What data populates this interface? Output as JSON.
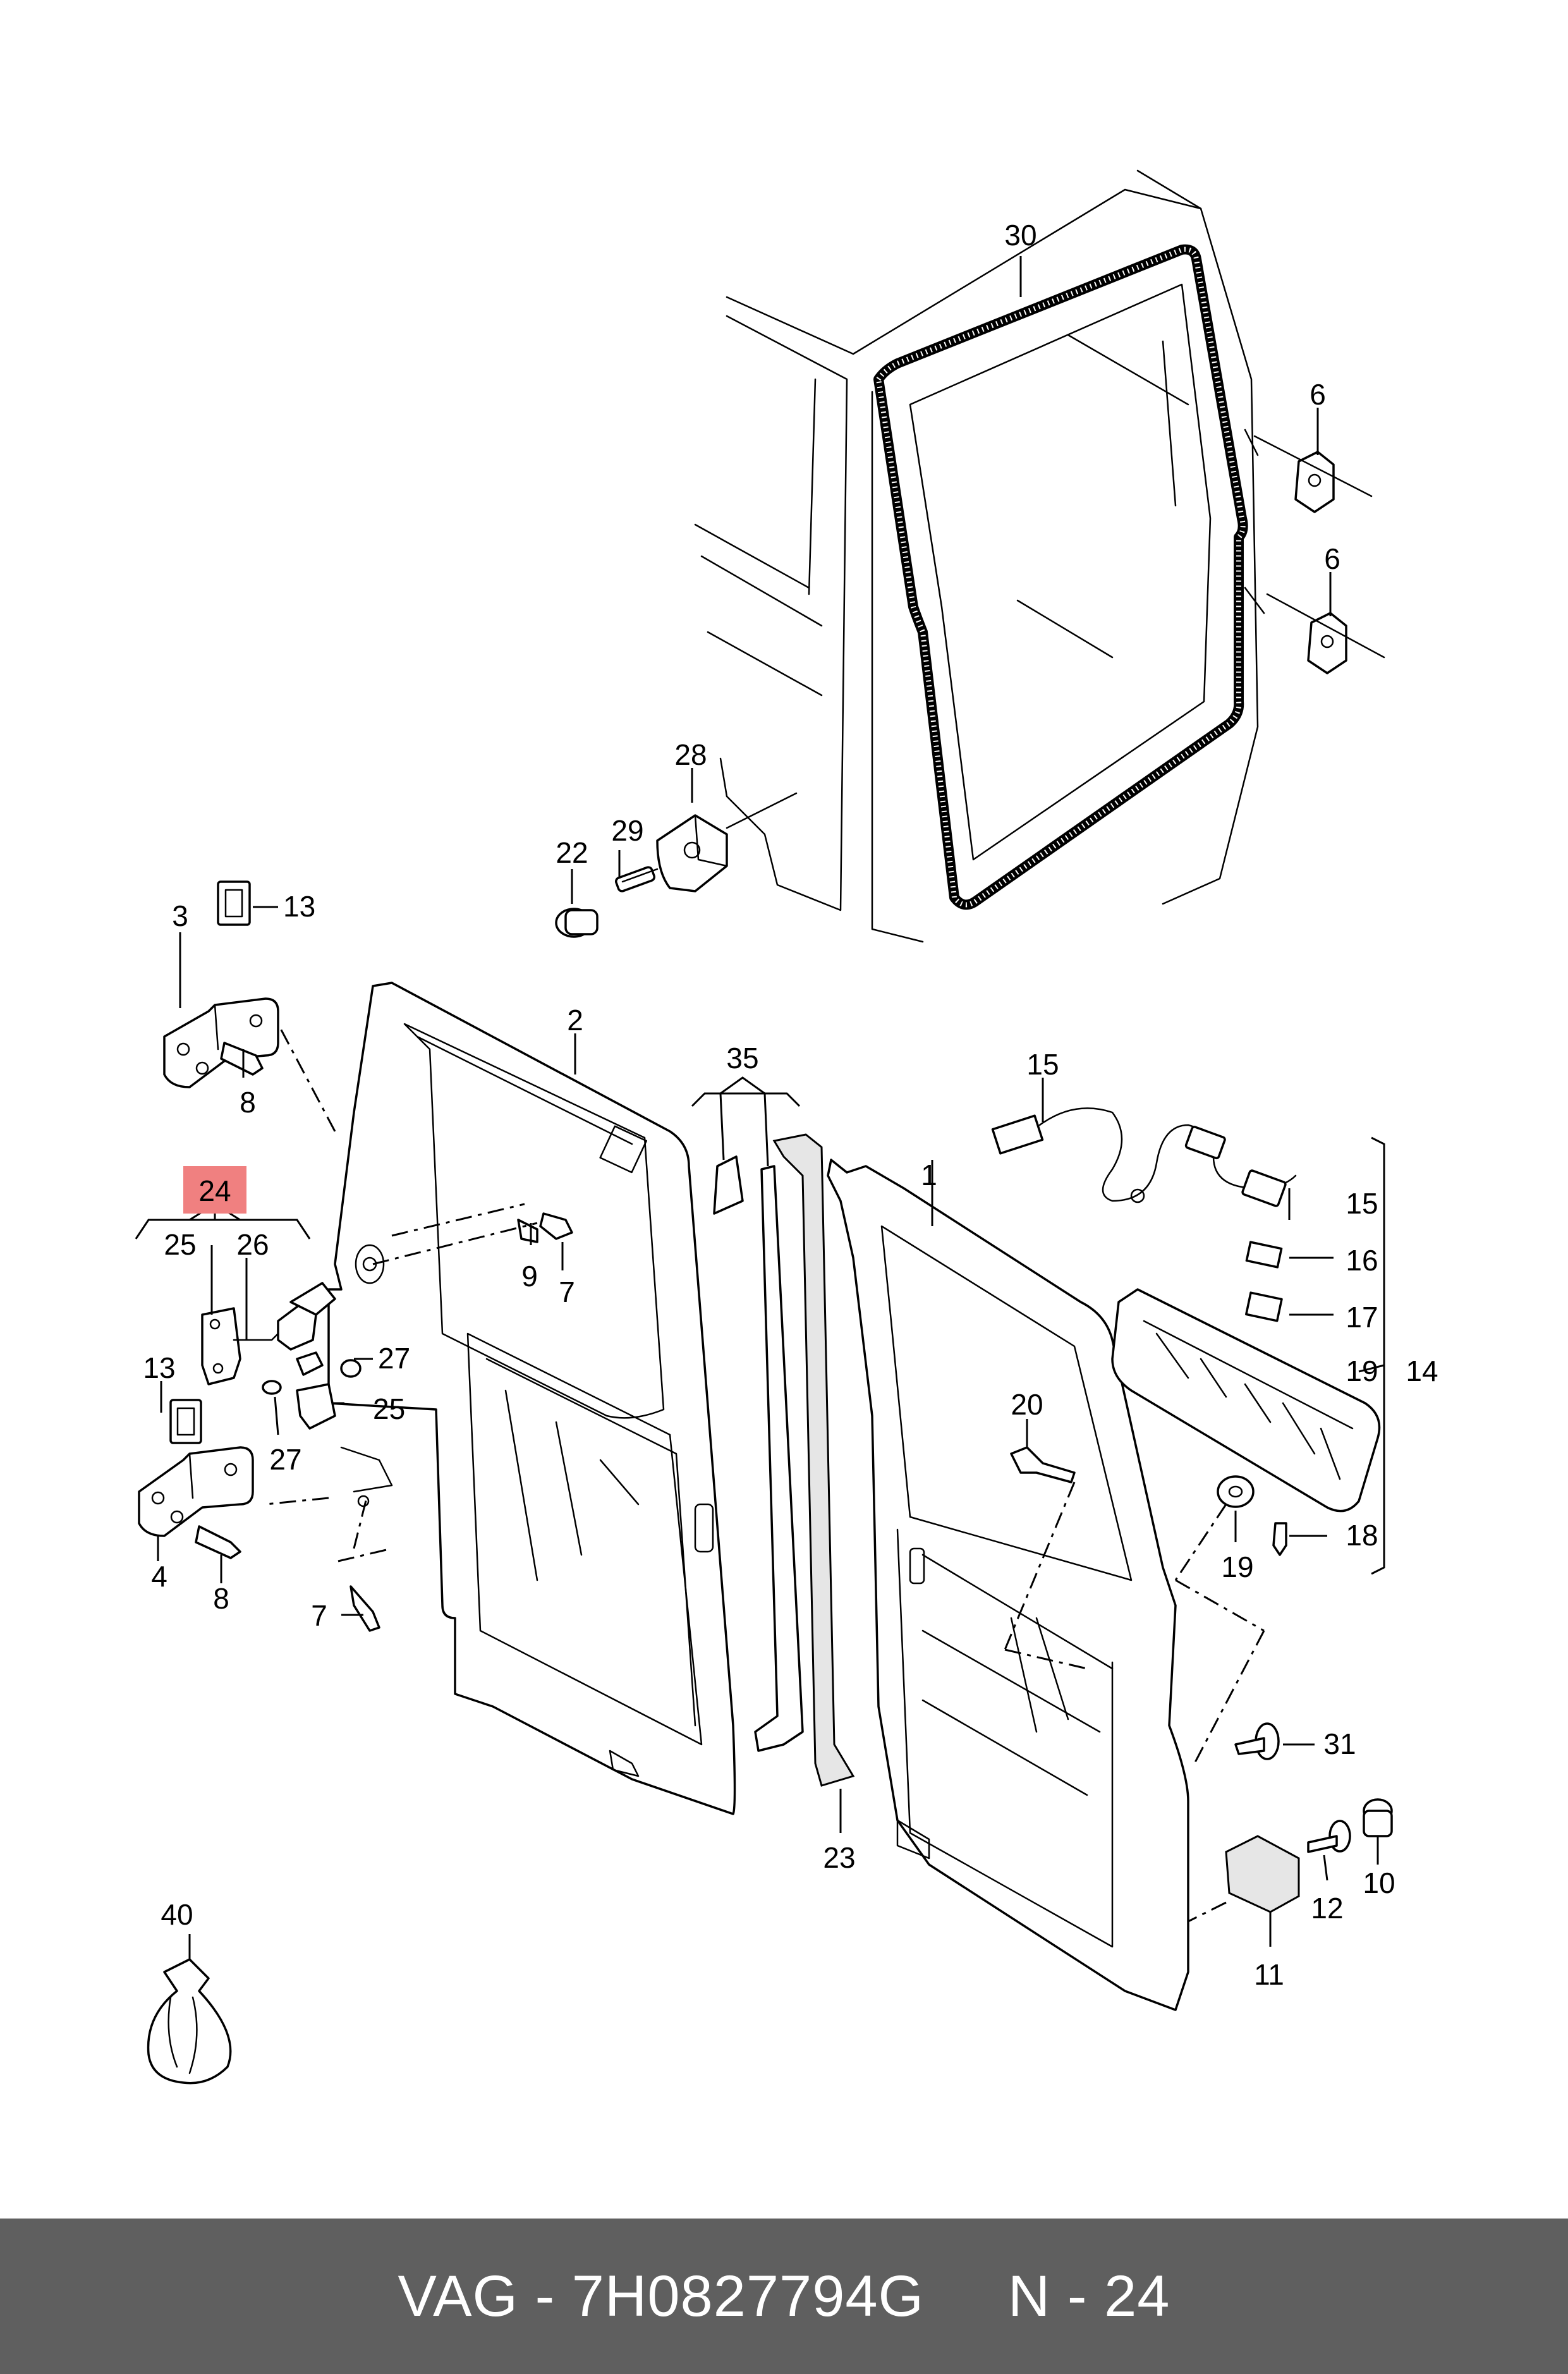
{
  "labels": {
    "l30": "30",
    "l6a": "6",
    "l6b": "6",
    "l28": "28",
    "l29": "29",
    "l22": "22",
    "l13a": "13",
    "l3": "3",
    "l8a": "8",
    "l2": "2",
    "l35": "35",
    "l15a": "15",
    "l1": "1",
    "l24": "24",
    "l25a": "25",
    "l26": "26",
    "l9": "9",
    "l7a": "7",
    "l27a": "27",
    "l25b": "25",
    "l27b": "27",
    "l13b": "13",
    "l4": "4",
    "l8b": "8",
    "l7b": "7",
    "l15b": "15",
    "l16": "16",
    "l17": "17",
    "l19a": "19",
    "l14": "14",
    "l20": "20",
    "l19b": "19",
    "l18": "18",
    "l31": "31",
    "l12": "12",
    "l10": "10",
    "l11": "11",
    "l23": "23",
    "l40": "40"
  },
  "highlight": {
    "part_number": "24",
    "color": "#f08080"
  },
  "footer": {
    "text": "VAG - 7H0827794G     N - 24",
    "background": "#5f5f5f",
    "color": "#ffffff"
  }
}
